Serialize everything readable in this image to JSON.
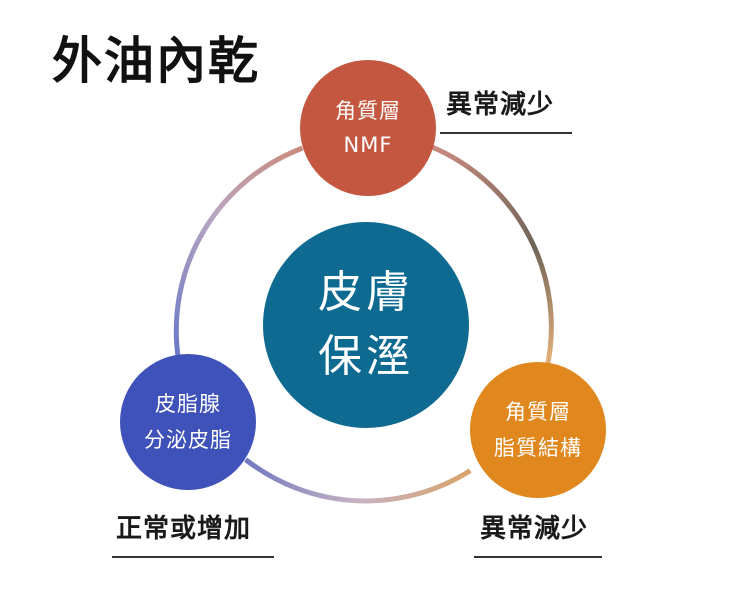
{
  "title": "外油內乾",
  "colors": {
    "top_node": "#c4573f",
    "center_node": "#0f6a92",
    "left_node": "#3f52b9",
    "right_node": "#e0871e"
  },
  "nodes": {
    "top": {
      "line1": "角質層",
      "line2": "NMF"
    },
    "center": {
      "line1": "皮膚",
      "line2": "保溼"
    },
    "left": {
      "line1": "皮脂腺",
      "line2": "分泌皮脂"
    },
    "right": {
      "line1": "角質層",
      "line2": "脂質結構"
    }
  },
  "labels": {
    "top": "異常減少",
    "bottom_right": "異常減少",
    "bottom_left": "正常或增加"
  }
}
